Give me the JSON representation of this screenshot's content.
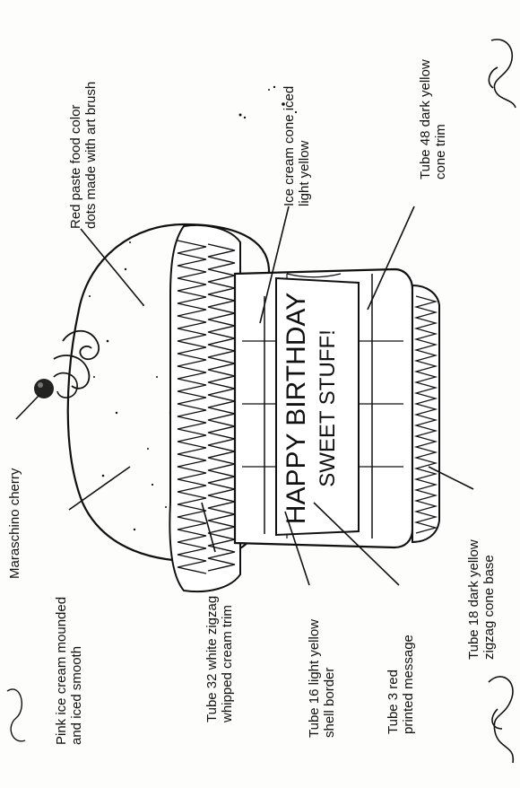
{
  "cake_text": {
    "line1": "HAPPY BIRTHDAY",
    "line2": "SWEET STUFF!"
  },
  "callouts": {
    "maraschino": {
      "line1": "Maraschino cherry"
    },
    "pink_ice_cream": {
      "line1": "Pink ice cream mounded",
      "line2": "and iced smooth"
    },
    "tube32": {
      "line1": "Tube 32 white zigzag",
      "line2": "whipped cream trim"
    },
    "tube16": {
      "line1": "Tube 16 light yellow",
      "line2": "shell border"
    },
    "tube3": {
      "line1": "Tube 3 red",
      "line2": "printed message"
    },
    "tube18": {
      "line1": "Tube 18 dark yellow",
      "line2": "zigzag cone base"
    },
    "red_paste": {
      "line1": "Red paste food color",
      "line2": "dots made with art brush"
    },
    "cone_iced": {
      "line1": "Ice cream cone iced",
      "line2": "light yellow"
    },
    "tube48": {
      "line1": "Tube 48 dark yellow",
      "line2": "cone trim"
    }
  },
  "colors": {
    "ink": "#111111",
    "paper": "#fdfdfb"
  }
}
